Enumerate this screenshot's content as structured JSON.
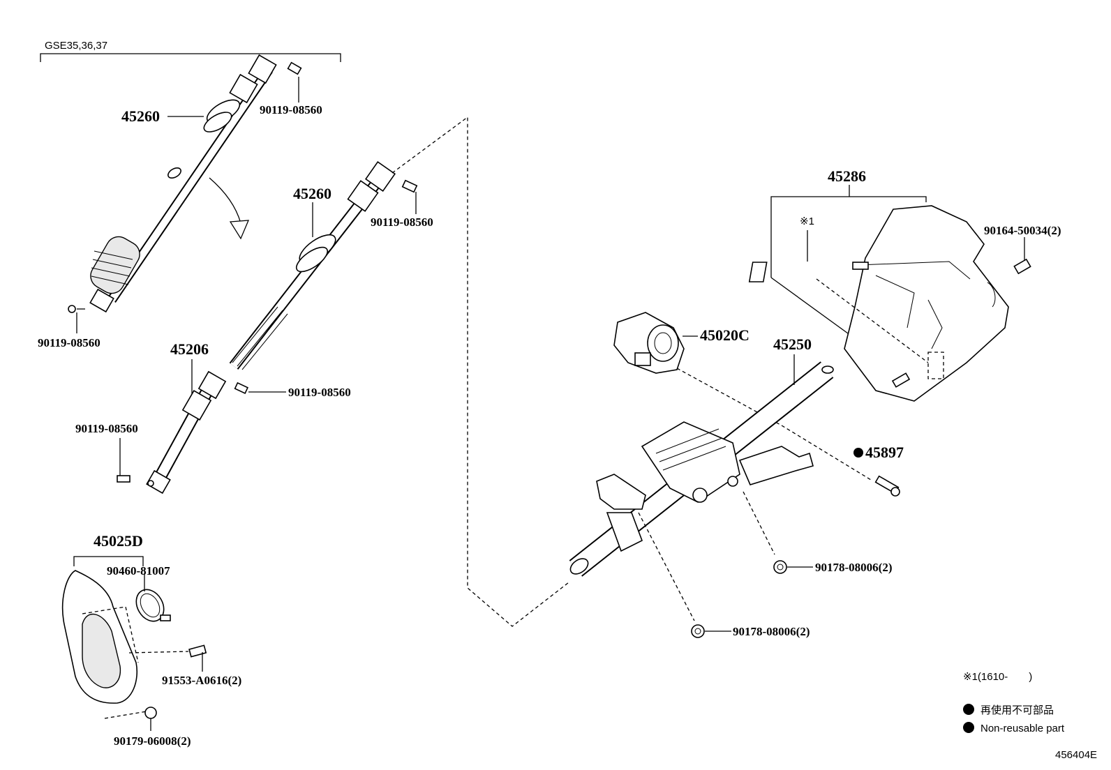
{
  "labels": {
    "variant_bracket": "GSE35,36,37",
    "p45260_a": "45260",
    "p90119_a": "90119-08560",
    "p90119_b": "90119-08560",
    "p45260_b": "45260",
    "p90119_c": "90119-08560",
    "p45206": "45206",
    "p90119_d": "90119-08560",
    "p90119_e": "90119-08560",
    "p45025D": "45025D",
    "p90460": "90460-81007",
    "p91553": "91553-A0616(2)",
    "p90179": "90179-06008(2)",
    "p45286": "45286",
    "note_ref": "※1",
    "p90164": "90164-50034(2)",
    "p45020C": "45020C",
    "p45250": "45250",
    "p45897": "45897",
    "p90178_a": "90178-08006(2)",
    "p90178_b": "90178-08006(2)"
  },
  "legend": {
    "note": "※1(1610-　　)",
    "nonreusable_jp": "再使用不可部品",
    "nonreusable_en": "Non-reusable part"
  },
  "figure_code": "456404E"
}
